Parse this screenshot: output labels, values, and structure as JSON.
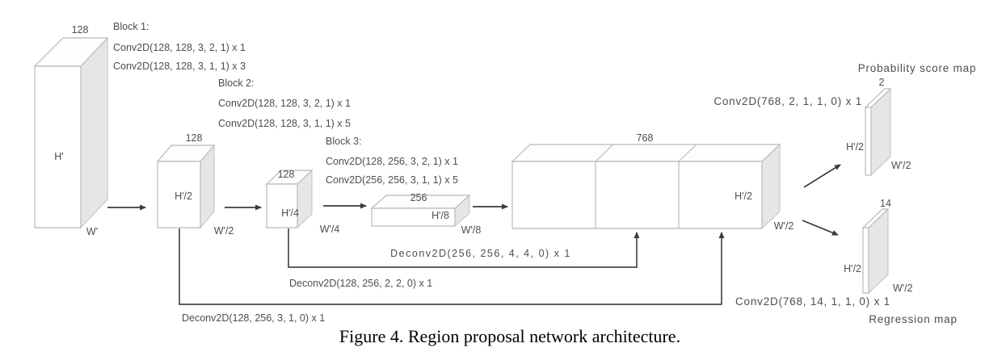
{
  "caption": "Figure 4. Region proposal network architecture.",
  "blocks": [
    {
      "title": "Block 1:",
      "conv1": "Conv2D(128, 128, 3, 2, 1) x 1",
      "conv2": "Conv2D(128, 128, 3, 1, 1) x 3"
    },
    {
      "title": "Block 2:",
      "conv1": "Conv2D(128, 128, 3, 2, 1) x 1",
      "conv2": "Conv2D(128, 128, 3, 1, 1) x 5"
    },
    {
      "title": "Block 3:",
      "conv1": "Conv2D(128, 256, 3, 2, 1) x 1",
      "conv2": "Conv2D(256, 256, 3, 1, 1) x 5"
    }
  ],
  "tensors": {
    "input": {
      "channels": "128",
      "height": "H'",
      "width": "W'"
    },
    "block1_out": {
      "channels": "128",
      "height": "H'/2",
      "width": "W'/2"
    },
    "block2_out": {
      "channels": "128",
      "height": "H'/4",
      "width": "W'/4"
    },
    "block3_out": {
      "channels": "256",
      "height": "H'/8",
      "width": "W'/8"
    },
    "concat": {
      "channels": "768",
      "height": "H'/2",
      "width": "W'/2"
    },
    "probability": {
      "label": "Probability score map",
      "channels": "2",
      "height": "H'/2",
      "width": "W'/2"
    },
    "regression": {
      "label": "Regression map",
      "channels": "14",
      "height": "H'/2",
      "width": "W'/2"
    }
  },
  "operations": {
    "deconv_block3": "Deconv2D(256, 256, 4, 4, 0) x 1",
    "deconv_block2": "Deconv2D(128, 256, 2, 2, 0) x 1",
    "deconv_block1": "Deconv2D(128, 256, 3, 1, 0) x 1",
    "conv_probability": "Conv2D(768, 2, 1, 1, 0) x 1",
    "conv_regression": "Conv2D(768, 14, 1, 1, 0) x 1"
  },
  "colors": {
    "box_stroke": "#b9b9b9",
    "box_side_fill": "#e6e6e6",
    "box_face_fill": "#ffffff",
    "arrow": "#3c3c3e",
    "text": "#4e4e50",
    "caption_text": "#000000",
    "background": "#ffffff"
  }
}
